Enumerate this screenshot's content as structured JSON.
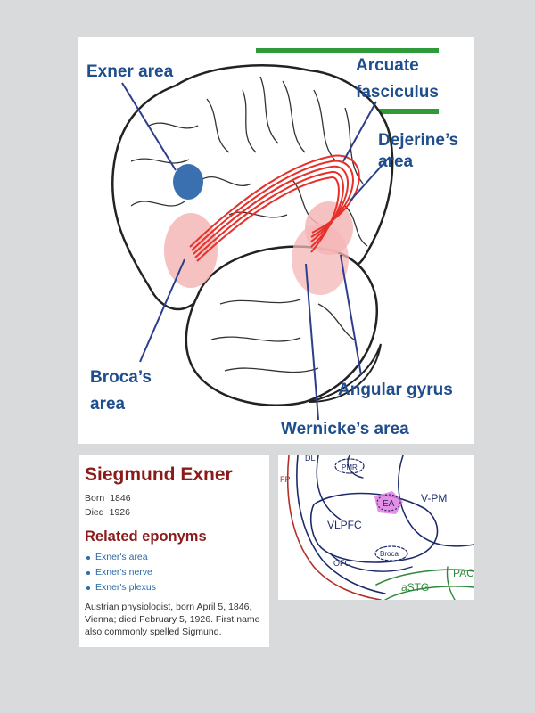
{
  "diagram": {
    "labels": {
      "exner_area": "Exner area",
      "arcuate_line1": "Arcuate",
      "arcuate_line2": "fasciculus",
      "dejerine_line1": "Dejerine’s",
      "dejerine_line2": "area",
      "broca_line1": "Broca’s",
      "broca_line2": "area",
      "angular_gyrus": "Angular gyrus",
      "wernicke_area": "Wernicke’s area"
    },
    "colors": {
      "label_text": "#1f4e8c",
      "exner_dot": "#3a6fb0",
      "region_fill": "#f4b6b6",
      "tract": "#e8302a",
      "bar_green": "#2e9a3a",
      "bar_grey": "#9a9a9a",
      "pointer": "#2c3e8c"
    }
  },
  "card": {
    "name": "Siegmund Exner",
    "born_label": "Born",
    "born_value": "1846",
    "died_label": "Died",
    "died_value": "1926",
    "section_title": "Related eponyms",
    "links": [
      "Exner's area",
      "Exner's nerve",
      "Exner's plexus"
    ],
    "bio": "Austrian physiologist, born April 5, 1846, Vienna; died February 5, 1926. First name also commonly spelled Sigmund."
  },
  "sketch": {
    "labels": {
      "fp": "FP",
      "dl": "DL",
      "pmr": "PMR",
      "ea": "EA",
      "vpm": "V-PM",
      "vlpfc": "VLPFC",
      "broca": "Broca",
      "ofc": "OFC",
      "astg": "aSTG",
      "pac": "PAC"
    },
    "colors": {
      "ea_fill": "#e07be0",
      "line_dark": "#1c2a6a",
      "line_red": "#b3302a",
      "line_green": "#2e8a3a"
    }
  }
}
